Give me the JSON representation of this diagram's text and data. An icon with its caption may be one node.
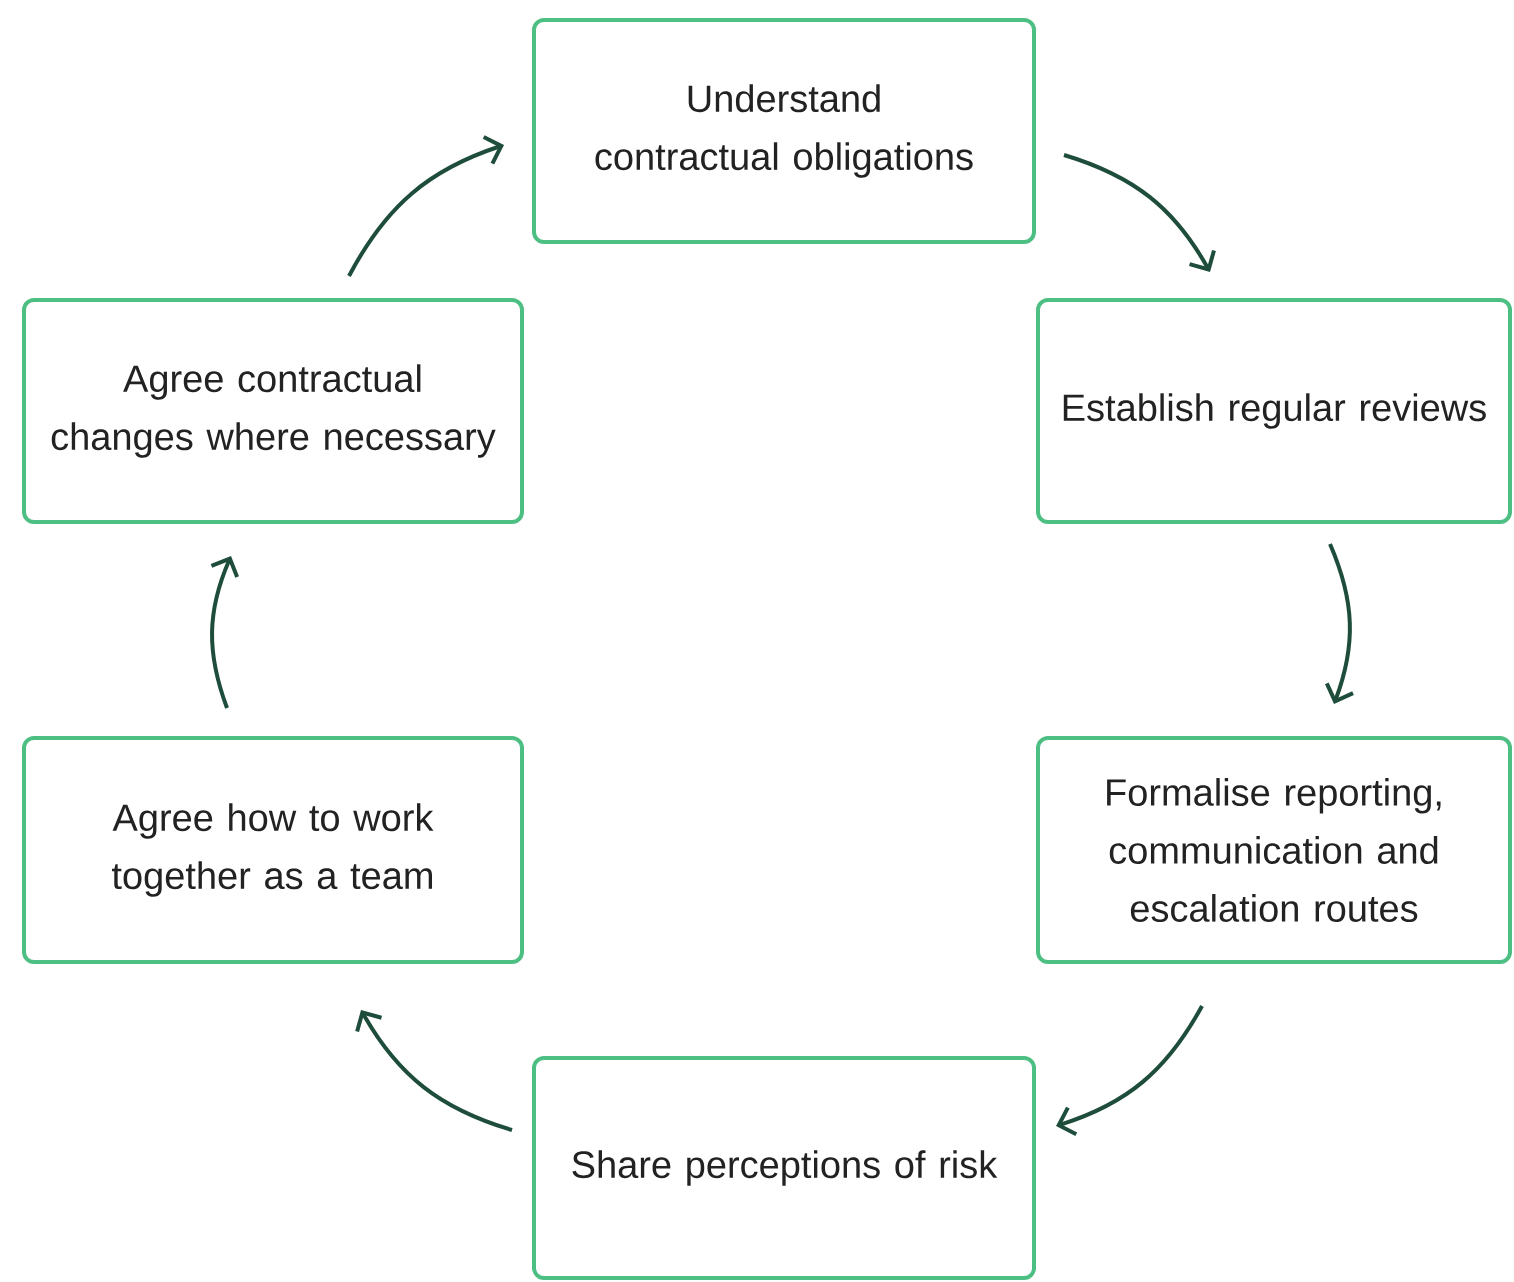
{
  "diagram": {
    "nodes": [
      {
        "text": [
          "Understand contractual obligations"
        ]
      },
      {
        "text": [
          "Establish regular reviews"
        ]
      },
      {
        "text": [
          "Formalise reporting, communication and escalation routes"
        ]
      },
      {
        "text": [
          "Share perceptions of risk"
        ]
      },
      {
        "text": [
          "Agree how to work together as a team"
        ]
      },
      {
        "text": [
          "Agree contractual changes where necessary"
        ]
      }
    ],
    "edges": [
      {
        "from": 0,
        "to": 1,
        "arrow": "to"
      },
      {
        "from": 1,
        "to": 2,
        "arrow": "to"
      },
      {
        "from": 2,
        "to": 3,
        "arrow": "to"
      },
      {
        "from": 3,
        "to": 4,
        "arrow": "to"
      },
      {
        "from": 4,
        "to": 5,
        "arrow": "to"
      },
      {
        "from": 5,
        "to": 0,
        "arrow": "to"
      }
    ]
  }
}
